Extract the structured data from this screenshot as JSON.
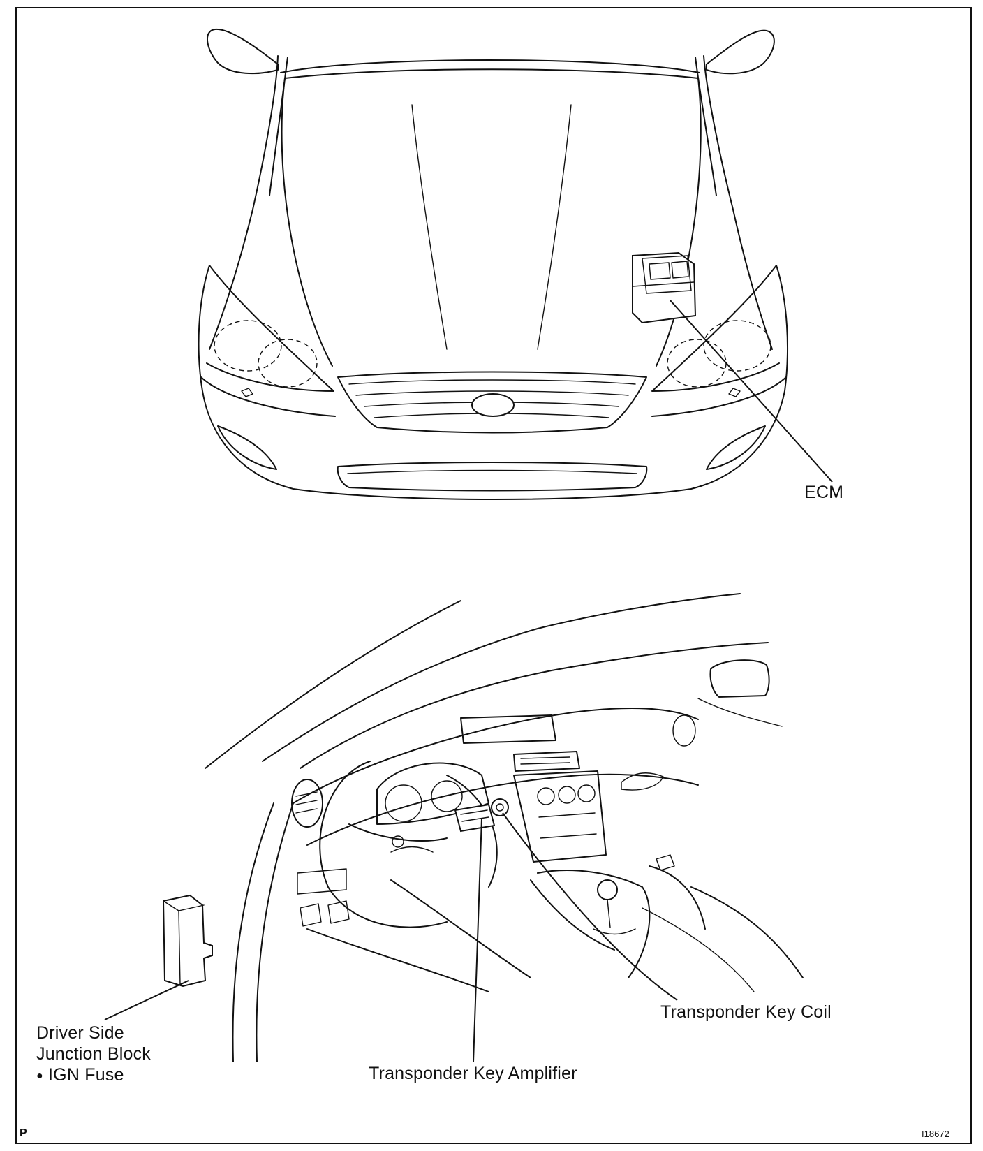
{
  "labels": {
    "ecm": "ECM",
    "driver_side_line1": "Driver Side",
    "driver_side_line2": "Junction Block",
    "ign_fuse": "IGN Fuse",
    "ign_bullet": "●",
    "transponder_key_amplifier": "Transponder Key Amplifier",
    "transponder_key_coil": "Transponder Key Coil"
  },
  "corner": {
    "left_code": "P",
    "figure_id": "I18672"
  },
  "colors": {
    "line": "#111111",
    "background": "#ffffff"
  }
}
